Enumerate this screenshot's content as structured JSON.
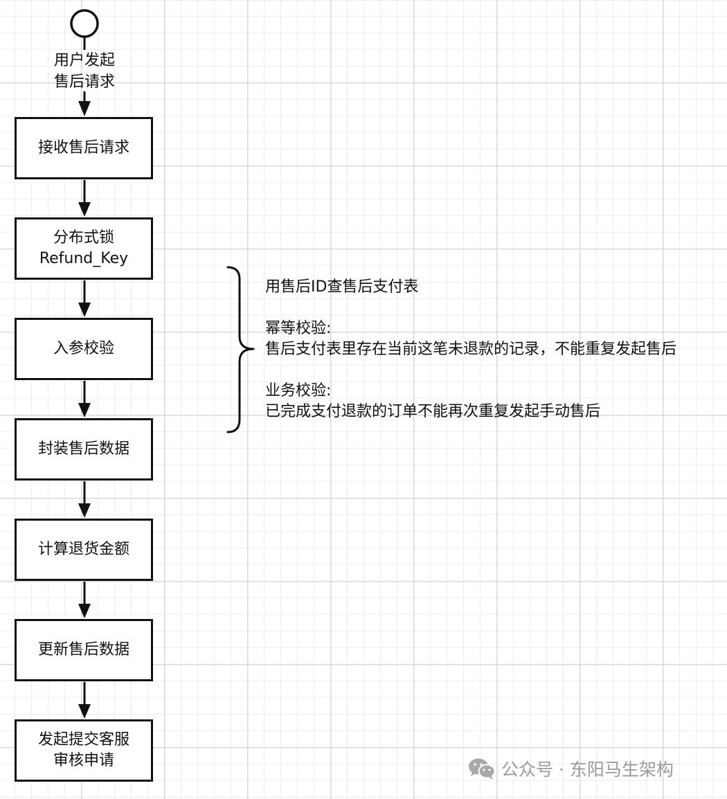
{
  "start": {
    "label_line1": "用户发起",
    "label_line2": "售后请求"
  },
  "steps": [
    {
      "lines": [
        "接收售后请求"
      ]
    },
    {
      "lines": [
        "分布式锁",
        "Refund_Key"
      ]
    },
    {
      "lines": [
        "入参校验"
      ]
    },
    {
      "lines": [
        "封装售后数据"
      ]
    },
    {
      "lines": [
        "计算退货金额"
      ]
    },
    {
      "lines": [
        "更新售后数据"
      ]
    },
    {
      "lines": [
        "发起提交客服",
        "审核申请"
      ]
    }
  ],
  "notes": {
    "line1": "用售后ID查售后支付表",
    "idempotent_title": "幂等校验:",
    "idempotent_desc": "售后支付表里存在当前这笔未退款的记录，不能重复发起售后",
    "business_title": "业务校验:",
    "business_desc": "已完成支付退款的订单不能再次重复发起手动售后"
  },
  "watermark": {
    "text": "公众号 · 东阳马生架构",
    "icon": "wechat-icon"
  },
  "colors": {
    "line": "#111111",
    "grid_major": "#d8d8d8",
    "grid_minor": "#efefef",
    "watermark": "#9a9a9a"
  }
}
